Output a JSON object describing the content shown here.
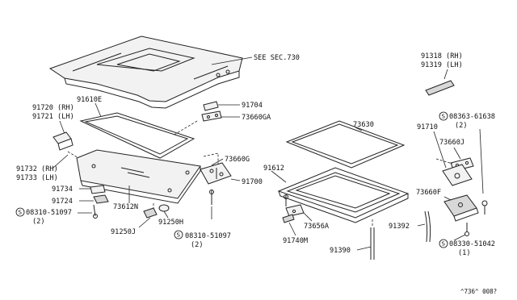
{
  "diagram": {
    "labels": {
      "see_sec": "SEE SEC.730",
      "p91610E": "91610E",
      "p91704": "91704",
      "p73660GA": "73660GA",
      "p91720": "91720 (RH)",
      "p91721": "91721 (LH)",
      "p91732": "91732 (RH)",
      "p91733": "91733 (LH)",
      "p73660G": "73660G",
      "p91700": "91700",
      "p91734": "91734",
      "p91724": "91724",
      "s08310_a": "08310-51097",
      "s08310_a_qty": "(2)",
      "p73612N": "73612N",
      "p91250H": "91250H",
      "p91250J": "91250J",
      "s08310_b": "08310-51097",
      "s08310_b_qty": "(2)",
      "p91318": "91318 (RH)",
      "p91319": "91319 (LH)",
      "s08363": "08363-61638",
      "s08363_qty": "(2)",
      "p73630": "73630",
      "p91710": "91710",
      "p73660J": "73660J",
      "p91612": "91612",
      "p73660F": "73660F",
      "p73656A": "73656A",
      "p91392": "91392",
      "p91740M": "91740M",
      "p91390": "91390",
      "s08330": "08330-51042",
      "s08330_qty": "(1)",
      "ref_code": "^736^ 008?"
    },
    "screw_symbol": "S"
  }
}
